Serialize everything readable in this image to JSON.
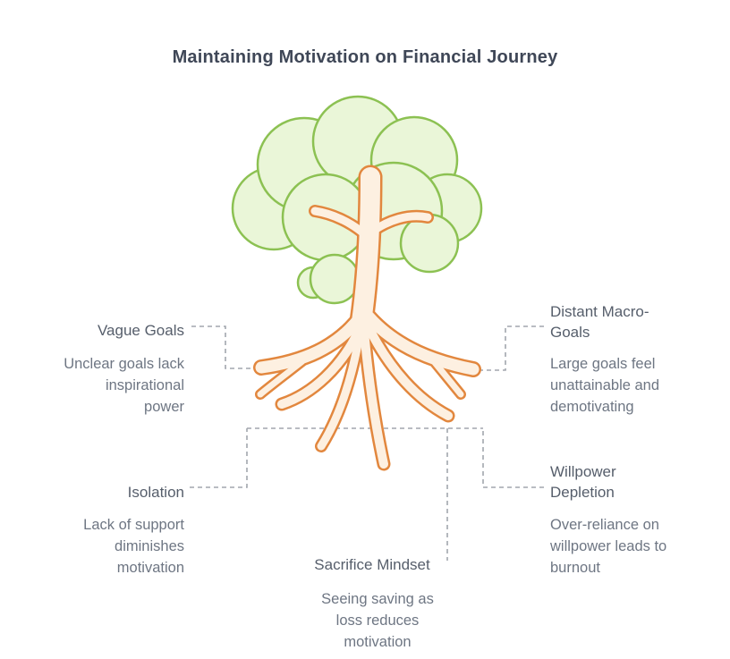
{
  "title": "Maintaining Motivation on Financial Journey",
  "palette": {
    "foliage_fill": "#eaf6d8",
    "foliage_stroke": "#8cc152",
    "trunk_fill": "#fdf0e1",
    "trunk_stroke": "#e2873e",
    "connector": "#a2a6ad",
    "title_color": "#3f4757",
    "heading_color": "#565e6b",
    "description_color": "#6e7683"
  },
  "factors": {
    "vague_goals": {
      "label": "Vague Goals",
      "description": [
        "Unclear goals lack",
        "inspirational",
        "power"
      ]
    },
    "distant_macro_goals": {
      "label": [
        "Distant Macro-",
        "Goals"
      ],
      "description": [
        "Large goals feel",
        "unattainable and",
        "demotivating"
      ]
    },
    "isolation": {
      "label": "Isolation",
      "description": [
        "Lack of support",
        "diminishes",
        "motivation"
      ]
    },
    "willpower_depletion": {
      "label": [
        "Willpower",
        "Depletion"
      ],
      "description": [
        "Over-reliance on",
        "willpower leads to",
        "burnout"
      ]
    },
    "sacrifice_mindset": {
      "label": "Sacrifice Mindset",
      "description": [
        "Seeing saving as",
        "loss reduces",
        "motivation"
      ]
    }
  }
}
